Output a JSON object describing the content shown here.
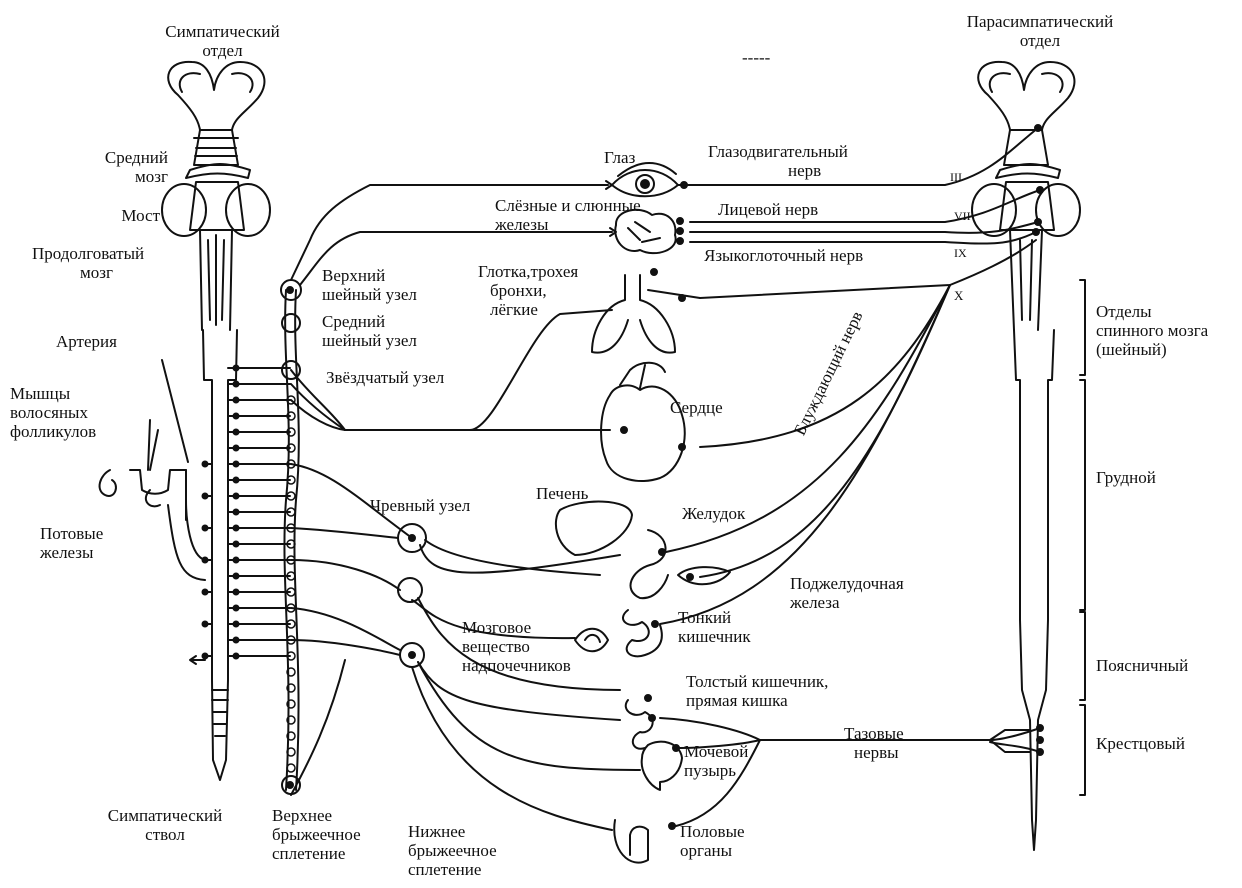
{
  "colors": {
    "ink": "#111111",
    "background": "#ffffff"
  },
  "labels": {
    "symp_title_1": "Симпатический",
    "symp_title_2": "отдел",
    "para_title_1": "Парасимпатический",
    "para_title_2": "отдел",
    "top_dashes": "-----",
    "midbrain_1": "Средний",
    "midbrain_2": "мозг",
    "pons": "Мост",
    "medulla_1": "Продолговатый",
    "medulla_2": "мозг",
    "artery": "Артерия",
    "hair_1": "Мышцы",
    "hair_2": "волосяных",
    "hair_3": "фолликулов",
    "sweat_1": "Потовые",
    "sweat_2": "железы",
    "symp_trunk_1": "Симпатический",
    "symp_trunk_2": "ствол",
    "sup_mes_1": "Верхнее",
    "sup_mes_2": "брыжеечное",
    "sup_mes_3": "сплетение",
    "inf_mes_1": "Нижнее",
    "inf_mes_2": "брыжеечное",
    "inf_mes_3": "сплетение",
    "sup_cerv_1": "Верхний",
    "sup_cerv_2": "шейный узел",
    "mid_cerv_1": "Средний",
    "mid_cerv_2": "шейный узел",
    "stellate": "Звёздчатый узел",
    "celiac": "Чревный узел",
    "eye": "Глаз",
    "oculomotor_1": "Глазодвигательный",
    "oculomotor_2": "нерв",
    "glands_1": "Слёзные и слюнные",
    "glands_2": "железы",
    "facial": "Лицевой нерв",
    "glosso": "Языкоглоточный нерв",
    "pharynx_1": "Глотка,трохея",
    "pharynx_2": "бронхи,",
    "pharynx_3": "лёгкие",
    "heart": "Сердце",
    "vagus": "Блуждающий нерв",
    "liver": "Печень",
    "stomach": "Желудок",
    "pancreas_1": "Поджелудочная",
    "pancreas_2": "железа",
    "small_int_1": "Тонкий",
    "small_int_2": "кишечник",
    "adrenal_1": "Мозговое",
    "adrenal_2": "вещество",
    "adrenal_3": "надпочечников",
    "large_int_1": "Толстый кишечник,",
    "large_int_2": "прямая кишка",
    "bladder_1": "Мочевой",
    "bladder_2": "пузырь",
    "pelvic_1": "Тазовые",
    "pelvic_2": "нервы",
    "genital_1": "Половые",
    "genital_2": "органы",
    "cn_3": "III",
    "cn_7": "VII",
    "cn_9": "IX",
    "cn_10": "X",
    "cervical_1": "Отделы",
    "cervical_2": "спинного мозга",
    "cervical_3": "(шейный)",
    "thoracic": "Грудной",
    "lumbar": "Поясничный",
    "sacral": "Крестцовый"
  }
}
